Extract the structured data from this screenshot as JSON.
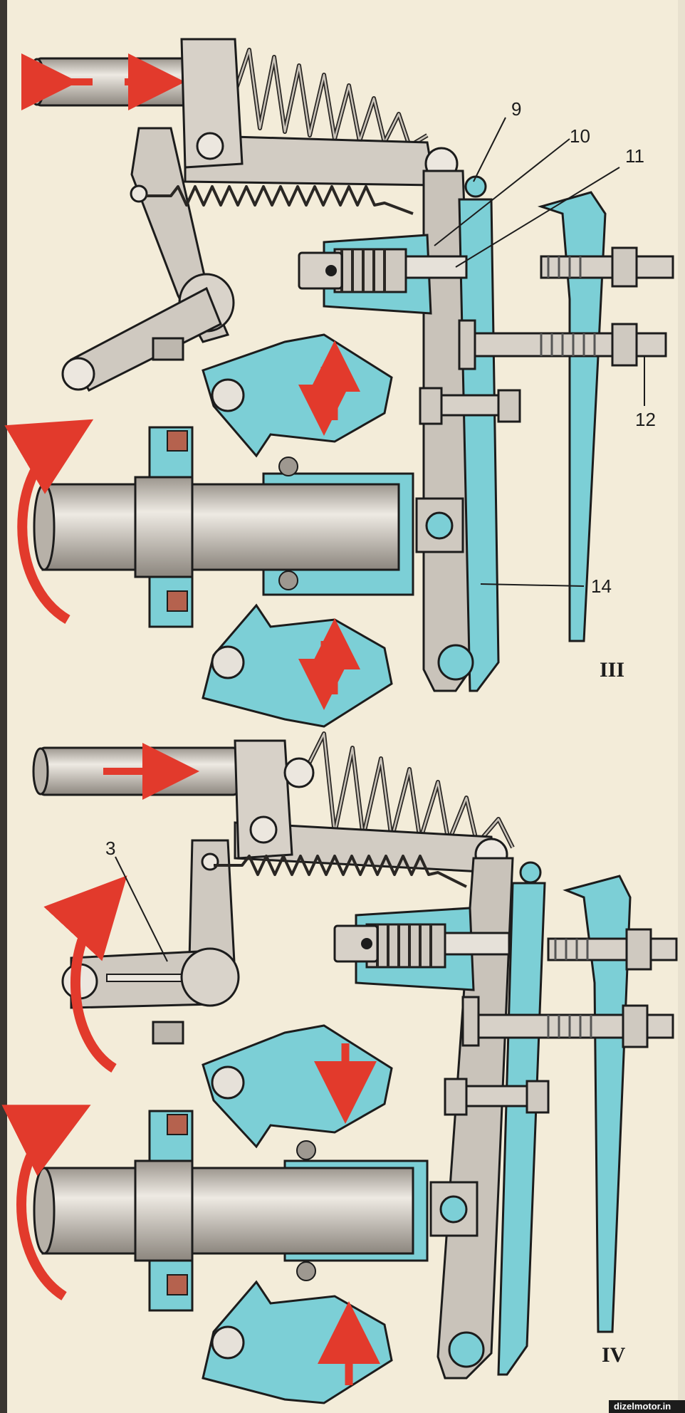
{
  "labels": {
    "top": {
      "n9": "9",
      "n10": "10",
      "n11": "11",
      "n12": "12",
      "n14": "14",
      "position": "III"
    },
    "bottom": {
      "n3": "3",
      "position": "IV"
    }
  },
  "watermark": "dizelmotor.in",
  "colors": {
    "background": "#f3ecd9",
    "housing": "#7ccfd6",
    "metal": "#cfcac2",
    "arrow": "#e23a2c",
    "outline": "#1c1c1c",
    "block": "#b5624e"
  },
  "icons": {
    "motion_arrow": "red-motion-arrow-icon",
    "rotation_arrow": "red-curved-rotation-arrow-icon"
  }
}
